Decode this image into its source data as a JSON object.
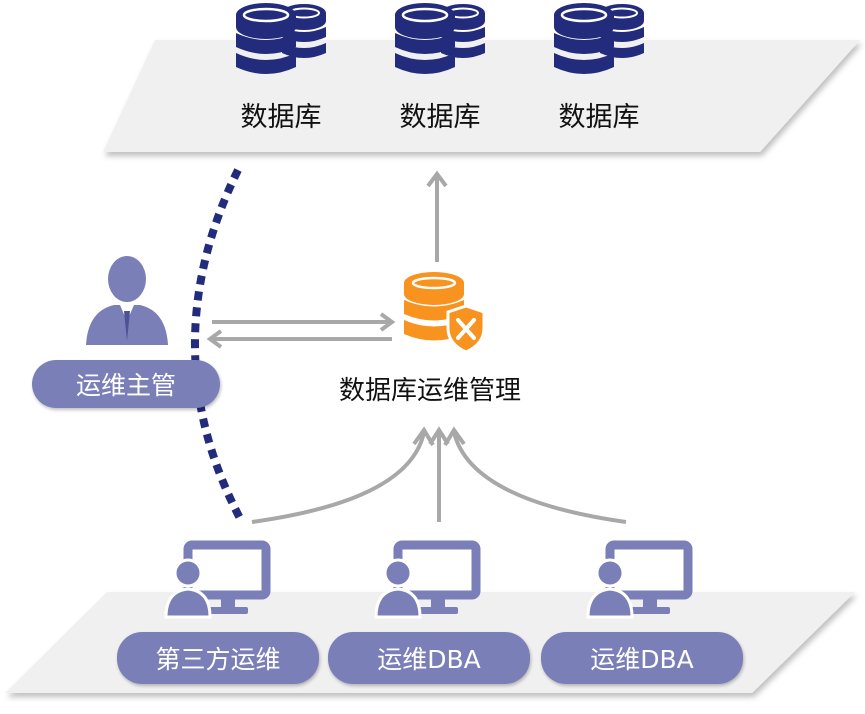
{
  "colors": {
    "navy": "#232b7d",
    "orange": "#f7931e",
    "purple": "#7a7fb8",
    "arrow_gray": "#a8a8a8",
    "platform": "#f0f0f0"
  },
  "databases": [
    {
      "label": "数据库",
      "icon": "database-stack-icon"
    },
    {
      "label": "数据库",
      "icon": "database-stack-icon"
    },
    {
      "label": "数据库",
      "icon": "database-stack-icon"
    }
  ],
  "center": {
    "label": "数据库运维管理",
    "icon": "database-shield-icon"
  },
  "manager": {
    "label": "运维主管",
    "icon": "user-icon"
  },
  "operators": [
    {
      "label": "第三方运维",
      "icon": "user-computer-icon"
    },
    {
      "label": "运维DBA",
      "icon": "user-computer-icon"
    },
    {
      "label": "运维DBA",
      "icon": "user-computer-icon"
    }
  ]
}
